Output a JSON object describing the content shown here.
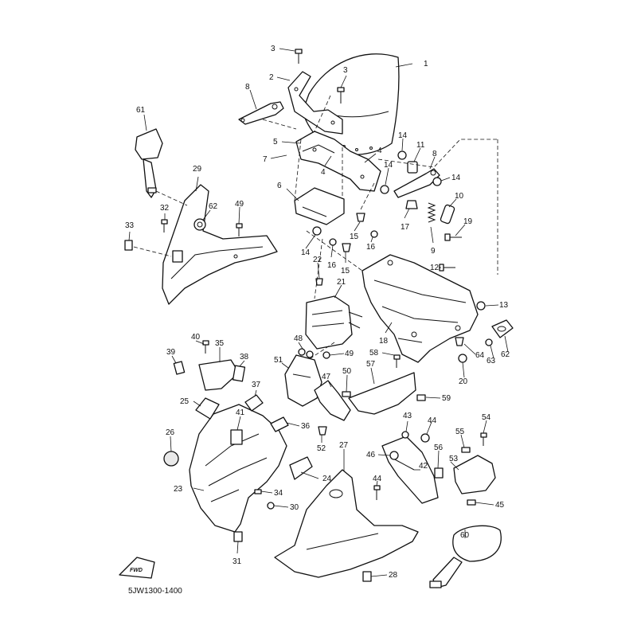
{
  "diagram": {
    "code": "5JW1300-1400",
    "direction_badge": "FWD",
    "callouts": [
      "1",
      "2",
      "3",
      "3",
      "4",
      "4",
      "5",
      "6",
      "7",
      "8",
      "8",
      "9",
      "10",
      "11",
      "12",
      "13",
      "14",
      "14",
      "14",
      "14",
      "15",
      "15",
      "16",
      "16",
      "17",
      "18",
      "19",
      "20",
      "21",
      "22",
      "23",
      "24",
      "25",
      "26",
      "27",
      "28",
      "29",
      "30",
      "31",
      "32",
      "33",
      "34",
      "35",
      "36",
      "37",
      "38",
      "39",
      "40",
      "41",
      "42",
      "43",
      "44",
      "44",
      "45",
      "46",
      "47",
      "48",
      "49",
      "49",
      "50",
      "51",
      "52",
      "53",
      "54",
      "55",
      "56",
      "57",
      "58",
      "59",
      "60",
      "61",
      "62",
      "62",
      "63",
      "64"
    ]
  }
}
